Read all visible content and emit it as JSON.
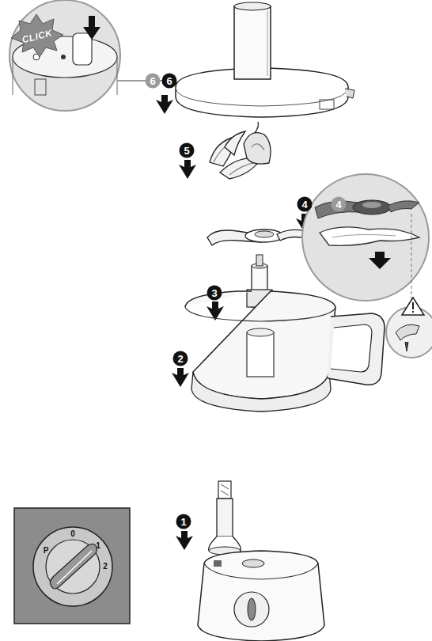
{
  "diagram": {
    "labels": [
      "6",
      "6",
      "5",
      "4",
      "4",
      "3",
      "2",
      "1",
      "CLICK",
      "P",
      "0",
      "1",
      "2"
    ]
  }
}
